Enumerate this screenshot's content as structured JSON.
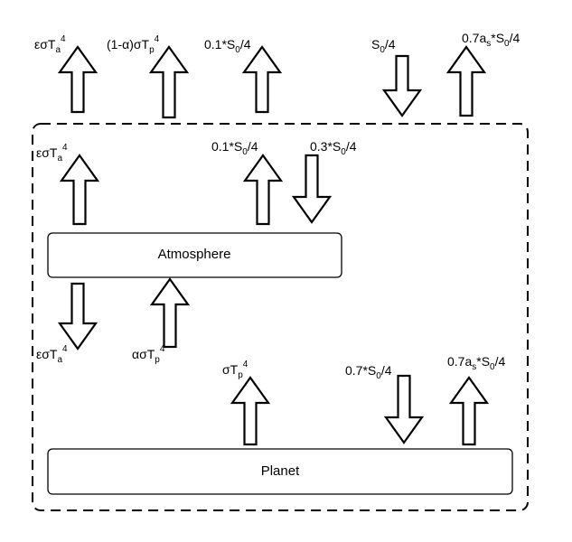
{
  "colors": {
    "stroke": "#000000",
    "background": "#ffffff"
  },
  "boxes": {
    "atmosphere": "Atmosphere",
    "planet": "Planet"
  },
  "labels": {
    "top_atm_emission": {
      "pre": "εσT",
      "sub": "a",
      "sup": "4",
      "post": ""
    },
    "top_planet_emission": {
      "pre": "(1-α)σT",
      "sub": "p",
      "sup": "4",
      "post": ""
    },
    "top_reflect_atm": {
      "pre": "0.1*S",
      "sub": "0",
      "sup": "",
      "post": "/4"
    },
    "top_incoming_solar": {
      "pre": "S",
      "sub": "0",
      "sup": "",
      "post": "/4"
    },
    "top_reflect_surface": {
      "pre": "0.7a",
      "sub": "s",
      "sup": "",
      "post": "*S",
      "sub2": "0",
      "post2": "/4"
    },
    "mid_atm_up": {
      "pre": "εσT",
      "sub": "a",
      "sup": "4",
      "post": ""
    },
    "mid_reflect_atm": {
      "pre": "0.1*S",
      "sub": "0",
      "sup": "",
      "post": "/4"
    },
    "mid_absorbed_atm": {
      "pre": "0.3*S",
      "sub": "0",
      "sup": "",
      "post": "/4"
    },
    "low_atm_down": {
      "pre": "εσT",
      "sub": "a",
      "sup": "4",
      "post": ""
    },
    "low_absorbed_by_atm": {
      "pre": "ασT",
      "sub": "p",
      "sup": "4",
      "post": ""
    },
    "surf_emission": {
      "pre": "σT",
      "sub": "p",
      "sup": "4",
      "post": ""
    },
    "surf_incoming": {
      "pre": "0.7*S",
      "sub": "0",
      "sup": "",
      "post": "/4"
    },
    "surf_reflect": {
      "pre": "0.7a",
      "sub": "s",
      "sup": "",
      "post": "*S",
      "sub2": "0",
      "post2": "/4"
    }
  }
}
